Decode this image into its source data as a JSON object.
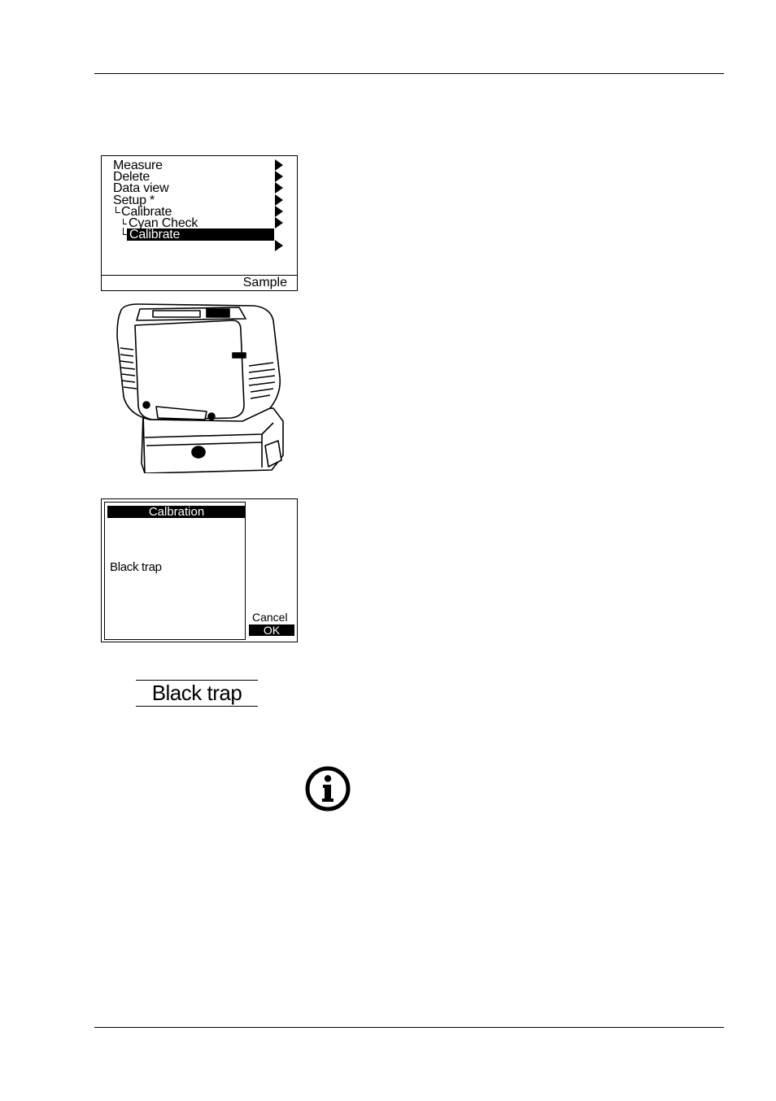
{
  "menu_screen": {
    "items": [
      {
        "label": "Measure"
      },
      {
        "label": "Delete"
      },
      {
        "label": "Data view"
      },
      {
        "label": "Setup *"
      },
      {
        "label": "Calibrate"
      },
      {
        "label": "Cyan Check"
      },
      {
        "label": "Calibrate"
      }
    ],
    "softkey": "Sample"
  },
  "calibration_screen": {
    "title": "Calbration",
    "message": "Black trap",
    "cancel": "Cancel",
    "ok": "OK"
  },
  "label": {
    "text": "Black trap"
  },
  "icons": {
    "info": "info-icon",
    "arrow": "triangle-right-icon"
  }
}
